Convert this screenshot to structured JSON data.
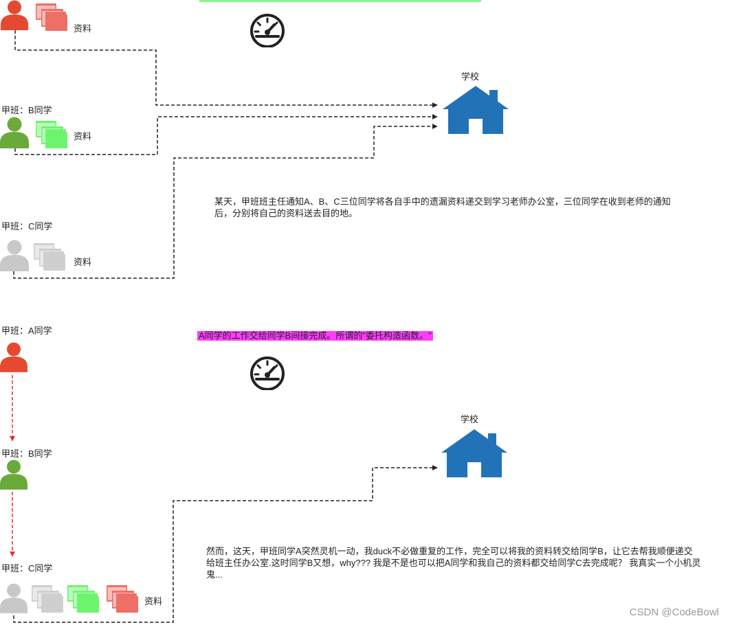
{
  "colors": {
    "student_a": "#e44a32",
    "student_b": "#6aaa3a",
    "student_c": "#c8c8c8",
    "folder_a": "#ee6f66",
    "folder_b": "#6cf56c",
    "folder_c": "#cfcfcf",
    "house": "#2272b8",
    "caption_highlight": "#ff3cff",
    "top_bar": "#8ef58e",
    "red_arrow": "#ee2a2a",
    "dashed_line": "#222222"
  },
  "labels": {
    "class_b": "甲班：B同学",
    "class_c": "甲班：C同学",
    "class_a": "甲班：A同学",
    "material": "资料",
    "school": "学校"
  },
  "panel1": {
    "text": "某天，甲班班主任通知A、B、C三位同学将各自手中的遗漏资料递交到学习老师办公室，三位同学在收到老师的通知后，分别将自己的资料送去目的地。"
  },
  "panel2": {
    "caption": "A同学的工作交给同学B间接完成。所谓的\"委托构造函数。\"",
    "text": "然而，这天，甲班同学A突然灵机一动，我duck不必做重复的工作，完全可以将我的资料转交给同学B，让它去帮我顺便递交给班主任办公室.这时同学B又想，why??? 我是不是也可以把A同学和我自己的资料都交给同学C去完成呢？ 我真实一个小机灵鬼..."
  },
  "watermark": "CSDN @CodeBowl"
}
